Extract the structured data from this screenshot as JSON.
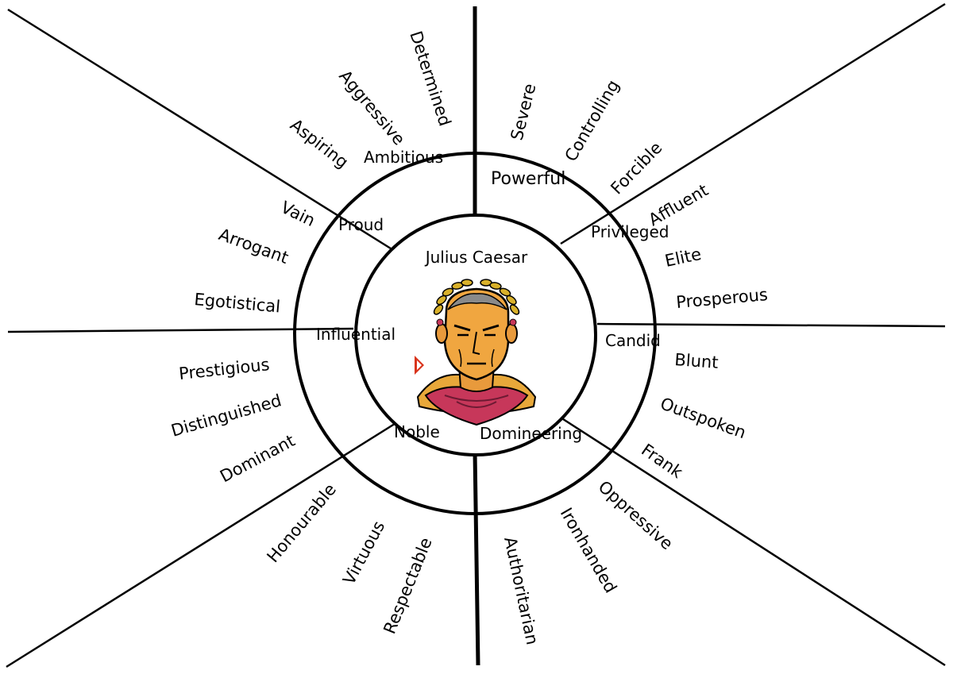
{
  "center": {
    "title": "Julius Caesar"
  },
  "inner_ring": [
    "Ambitious",
    "Powerful",
    "Privileged",
    "Candid",
    "Domineering",
    "Noble",
    "Influential",
    "Proud"
  ],
  "outer_words": [
    "Determined",
    "Aggressive",
    "Aspiring",
    "Severe",
    "Controlling",
    "Forcible",
    "Affluent",
    "Elite",
    "Prosperous",
    "Blunt",
    "Outspoken",
    "Frank",
    "Oppressive",
    "Ironhanded",
    "Authoritarian",
    "Respectable",
    "Virtuous",
    "Honourable",
    "Dominant",
    "Distinguished",
    "Prestigious",
    "Egotistical",
    "Arrogant",
    "Vain"
  ]
}
